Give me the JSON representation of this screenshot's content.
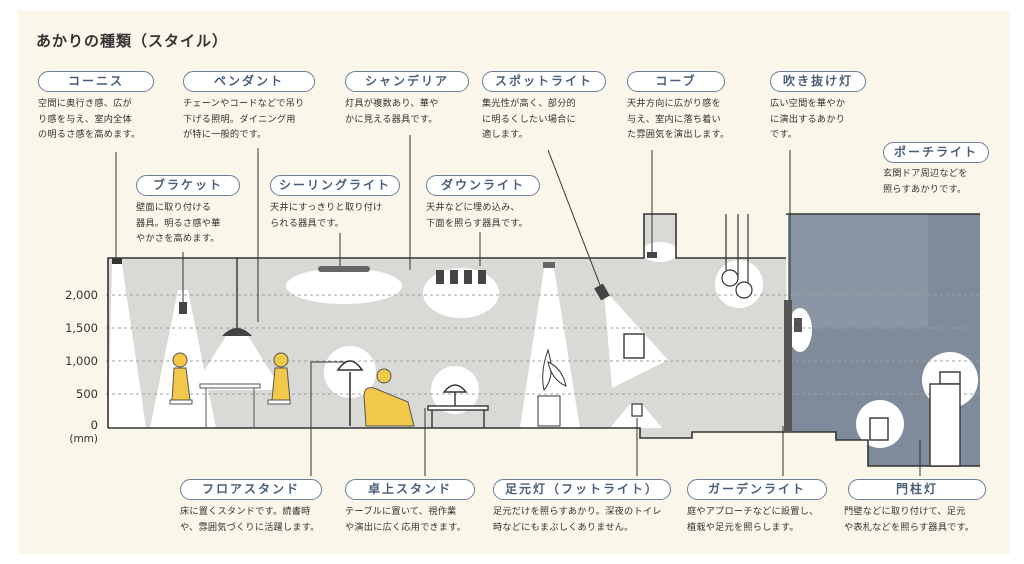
{
  "title": "あかりの種類（スタイル）",
  "colors": {
    "panel": "#fbf6ea",
    "room": "#d9d9d6",
    "outdoor": "#7f8b9a",
    "light": "#ffffff",
    "person": "#f2c84b",
    "label_border": "#6a7e98",
    "label_text": "#4a5e78"
  },
  "axis": {
    "ticks": [
      "2,000",
      "1,500",
      "1,000",
      "500",
      "0"
    ],
    "unit": "(mm)"
  },
  "callouts": [
    {
      "id": "cornice",
      "label": "コーニス",
      "desc": "空間に奥行き感、広が\nり感を与え、室内全体\nの明るさ感を高めます。"
    },
    {
      "id": "pendant",
      "label": "ペンダント",
      "desc": "チェーンやコードなどで吊り\n下げる照明。ダイニング用\nが特に一般的です。"
    },
    {
      "id": "chandelier",
      "label": "シャンデリア",
      "desc": "灯具が複数あり、華や\nかに見える器具です。"
    },
    {
      "id": "spotlight",
      "label": "スポットライト",
      "desc": "集光性が高く、部分的\nに明るくしたい場合に\n適します。"
    },
    {
      "id": "cove",
      "label": "コーブ",
      "desc": "天井方向に広がり感を\n与え、室内に落ち着い\nた雰囲気を演出します。"
    },
    {
      "id": "fukinuke",
      "label": "吹き抜け灯",
      "desc": "広い空間を華やか\nに演出するあかり\nです。"
    },
    {
      "id": "porch",
      "label": "ポーチライト",
      "desc": "玄関ドア周辺などを\n照らすあかりです。"
    },
    {
      "id": "bracket",
      "label": "ブラケット",
      "desc": "壁面に取り付ける\n器具。明るさ感や華\nやかさを高めます。"
    },
    {
      "id": "ceiling",
      "label": "シーリングライト",
      "desc": "天井にすっきりと取り付け\nられる器具です。"
    },
    {
      "id": "downlight",
      "label": "ダウンライト",
      "desc": "天井などに埋め込み、\n下面を照らす器具です。"
    },
    {
      "id": "floorstand",
      "label": "フロアスタンド",
      "desc": "床に置くスタンドです。読書時\nや、雰囲気づくりに活躍します。"
    },
    {
      "id": "deskstand",
      "label": "卓上スタンド",
      "desc": "テーブルに置いて、視作業\nや演出に広く応用できます。"
    },
    {
      "id": "footlight",
      "label": "足元灯（フットライト）",
      "desc": "足元だけを照らすあかり。深夜のトイレ\n時などにもまぶしくありません。"
    },
    {
      "id": "garden",
      "label": "ガーデンライト",
      "desc": "庭やアプローチなどに設置し、\n植栽や足元を照らします。"
    },
    {
      "id": "gatepost",
      "label": "門柱灯",
      "desc": "門壁などに取り付けて、足元\nや表札などを照らす器具です。"
    }
  ]
}
